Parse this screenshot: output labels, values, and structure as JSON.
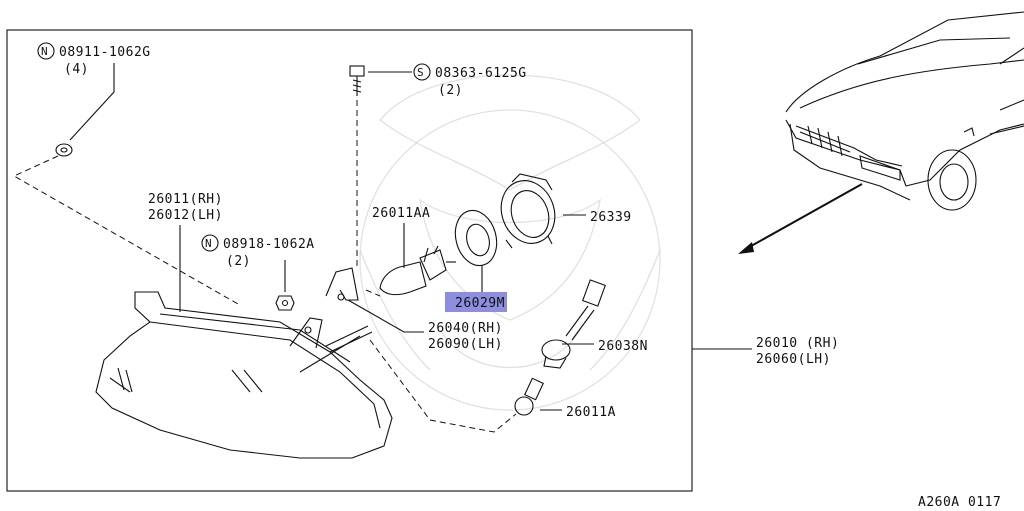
{
  "labels": {
    "p1": "08911-1062G",
    "p1_qty": "(4)",
    "p1_prefix": "N",
    "p2": "08363-6125G",
    "p2_qty": "(2)",
    "p2_prefix": "S",
    "p3_rh": "26011(RH)",
    "p3_lh": "26012(LH)",
    "p4": "08918-1062A",
    "p4_qty": "(2)",
    "p4_prefix": "N",
    "p5": "26011AA",
    "p6": "26339",
    "p7": "26029M",
    "p8_rh": "26040(RH)",
    "p8_lh": "26090(LH)",
    "p9": "26038N",
    "p10": "26011A",
    "p11_rh": "26010 (RH)",
    "p11_lh": "26060(LH)",
    "ref": "A260A 0117"
  },
  "colors": {
    "highlight": "#8e8ee0",
    "line": "#111111"
  }
}
